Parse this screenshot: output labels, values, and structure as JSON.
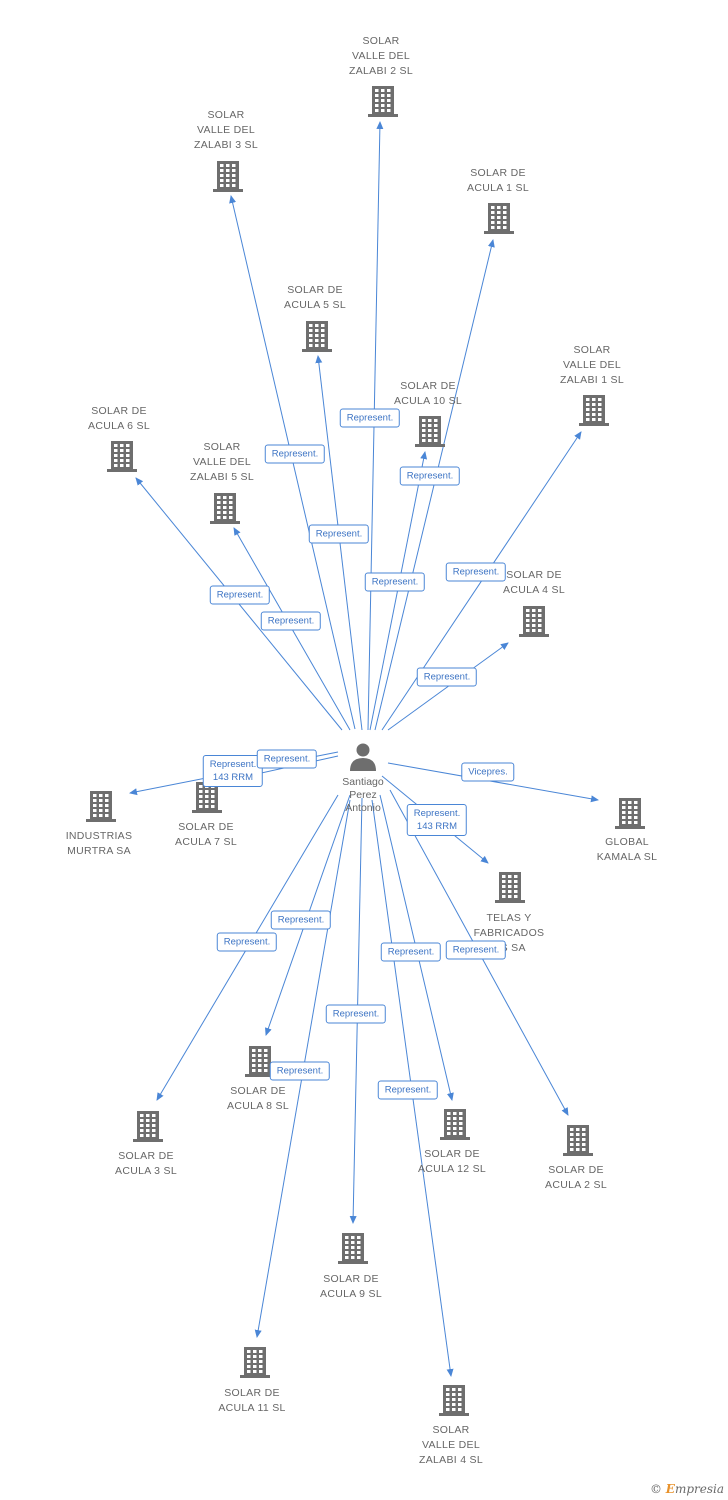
{
  "center": {
    "name": "Santiago\nPerez\nAntonio",
    "icon": "person-icon"
  },
  "nodes": [
    {
      "id": "zalabi2",
      "label": "SOLAR\nVALLE DEL\nZALABI 2 SL",
      "icon": "building-icon"
    },
    {
      "id": "zalabi3",
      "label": "SOLAR\nVALLE DEL\nZALABI 3 SL",
      "icon": "building-icon"
    },
    {
      "id": "acula1",
      "label": "SOLAR DE\nACULA 1 SL",
      "icon": "building-icon"
    },
    {
      "id": "acula5",
      "label": "SOLAR DE\nACULA 5 SL",
      "icon": "building-icon"
    },
    {
      "id": "zalabi1",
      "label": "SOLAR\nVALLE DEL\nZALABI 1 SL",
      "icon": "building-icon"
    },
    {
      "id": "acula10",
      "label": "SOLAR DE\nACULA 10 SL",
      "icon": "building-icon"
    },
    {
      "id": "acula6",
      "label": "SOLAR DE\nACULA 6 SL",
      "icon": "building-icon"
    },
    {
      "id": "zalabi5",
      "label": "SOLAR\nVALLE DEL\nZALABI 5 SL",
      "icon": "building-icon"
    },
    {
      "id": "acula4",
      "label": "SOLAR DE\nACULA 4 SL",
      "icon": "building-icon"
    },
    {
      "id": "murtra",
      "label": "INDUSTRIAS\nMURTRA SA",
      "icon": "building-icon"
    },
    {
      "id": "acula7",
      "label": "SOLAR DE\nACULA 7 SL",
      "icon": "building-icon"
    },
    {
      "id": "kamala",
      "label": "GLOBAL\nKAMALA SL",
      "icon": "building-icon"
    },
    {
      "id": "telas",
      "label": "TELAS Y\nFABRICADOS\nOS SA",
      "icon": "building-icon"
    },
    {
      "id": "acula8",
      "label": "SOLAR DE\nACULA 8 SL",
      "icon": "building-icon"
    },
    {
      "id": "acula3",
      "label": "SOLAR DE\nACULA 3 SL",
      "icon": "building-icon"
    },
    {
      "id": "acula12",
      "label": "SOLAR DE\nACULA 12 SL",
      "icon": "building-icon"
    },
    {
      "id": "acula2",
      "label": "SOLAR DE\nACULA 2 SL",
      "icon": "building-icon"
    },
    {
      "id": "acula9",
      "label": "SOLAR DE\nACULA 9 SL",
      "icon": "building-icon"
    },
    {
      "id": "acula11",
      "label": "SOLAR DE\nACULA 11 SL",
      "icon": "building-icon"
    },
    {
      "id": "zalabi4",
      "label": "SOLAR\nVALLE DEL\nZALABI 4 SL",
      "icon": "building-icon"
    }
  ],
  "edges": [
    {
      "to": "zalabi2",
      "label": "Represent."
    },
    {
      "to": "zalabi3",
      "label": "Represent."
    },
    {
      "to": "acula1",
      "label": "Represent."
    },
    {
      "to": "acula5",
      "label": "Represent."
    },
    {
      "to": "zalabi1",
      "label": "Represent."
    },
    {
      "to": "acula10",
      "label": "Represent."
    },
    {
      "to": "acula6",
      "label": "Represent."
    },
    {
      "to": "zalabi5",
      "label": "Represent."
    },
    {
      "to": "acula4",
      "label": "Represent."
    },
    {
      "to": "murtra",
      "label": "Represent.\n143 RRM"
    },
    {
      "to": "acula7",
      "label": "Represent."
    },
    {
      "to": "kamala",
      "label": "Vicepres."
    },
    {
      "to": "telas",
      "label": "Represent.\n143 RRM"
    },
    {
      "to": "acula8",
      "label": "Represent."
    },
    {
      "to": "acula3",
      "label": "Represent."
    },
    {
      "to": "acula12",
      "label": "Represent."
    },
    {
      "to": "acula2",
      "label": "Represent."
    },
    {
      "to": "acula9",
      "label": "Represent."
    },
    {
      "to": "acula11",
      "label": "Represent."
    },
    {
      "to": "zalabi4",
      "label": "Represent."
    }
  ],
  "colors": {
    "edge": "#4a86d6",
    "icon": "#6e6e6e",
    "text": "#666666"
  },
  "footer": {
    "copyright_symbol": "©",
    "brand_initial": "E",
    "brand_rest": "mpresia"
  }
}
